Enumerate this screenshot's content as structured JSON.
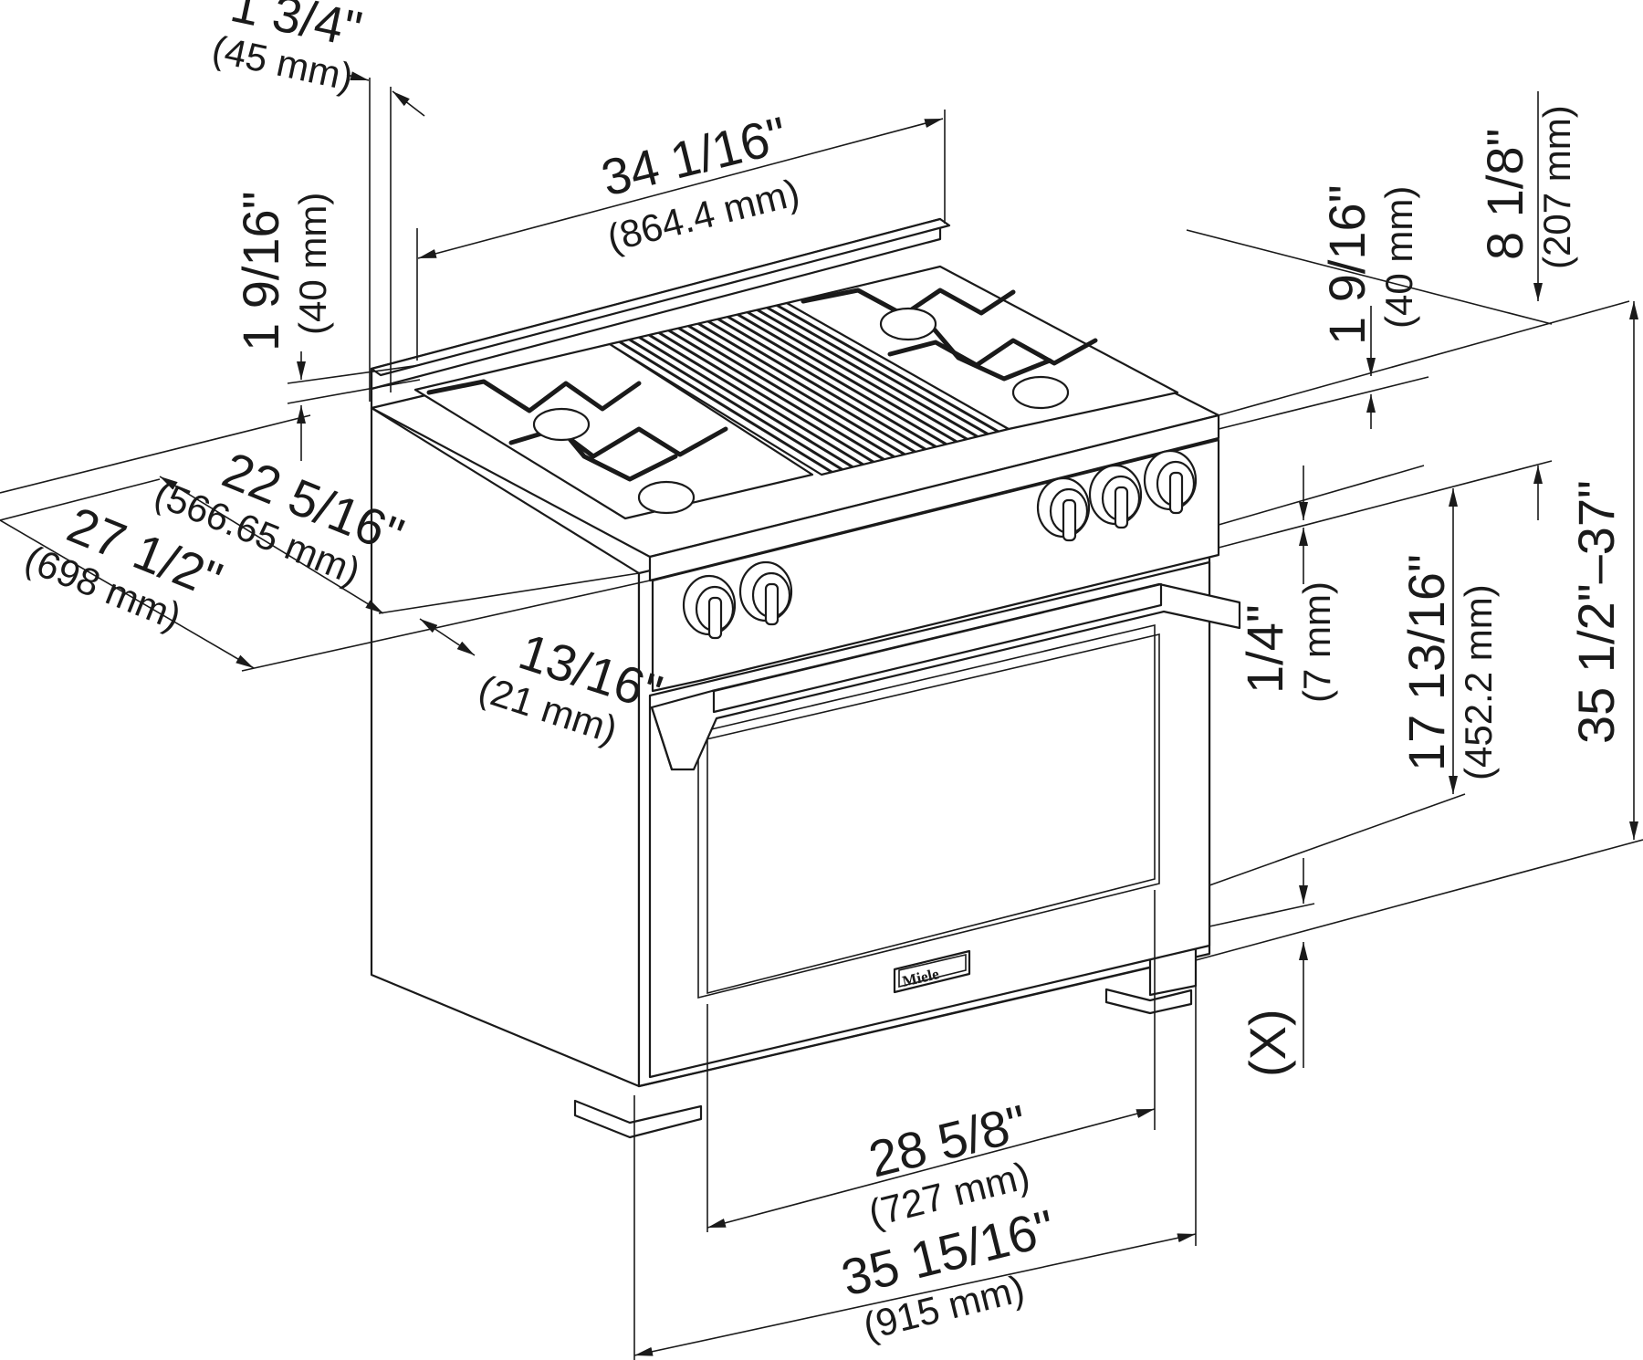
{
  "brand": "Miele",
  "dimensions": {
    "cooktop_width": {
      "imperial": "34 1/16\"",
      "metric": "(864.4 mm)"
    },
    "backguard_depth": {
      "imperial": "1 3/4\"",
      "metric": "(45 mm)"
    },
    "backguard_height_left": {
      "imperial": "1 9/16\"",
      "metric": "(40 mm)"
    },
    "backguard_height_right": {
      "imperial": "1 9/16\"",
      "metric": "(40 mm)"
    },
    "backguard_top": {
      "imperial": "8 1/8\"",
      "metric": "(207 mm)"
    },
    "body_depth": {
      "imperial": "22 5/16\"",
      "metric": "(566.65 mm)"
    },
    "overall_depth": {
      "imperial": "27 1/2\"",
      "metric": "(698 mm)"
    },
    "door_offset": {
      "imperial": "13/16\"",
      "metric": "(21 mm)"
    },
    "gap": {
      "imperial": "1/4\"",
      "metric": "(7 mm)"
    },
    "door_height": {
      "imperial": "17 13/16\"",
      "metric": "(452.2 mm)"
    },
    "overall_height": {
      "imperial": "35 1/2\"–37\""
    },
    "leg_adjust": {
      "label": "(X)"
    },
    "oven_width": {
      "imperial": "28 5/8\"",
      "metric": "(727 mm)"
    },
    "overall_width": {
      "imperial": "35 15/16\"",
      "metric": "(915 mm)"
    }
  }
}
